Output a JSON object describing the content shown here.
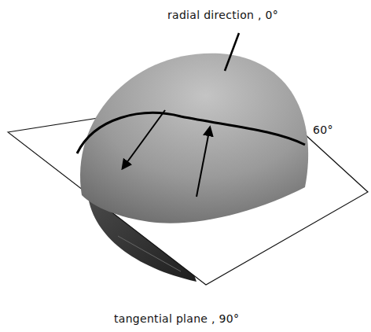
{
  "diagram": {
    "labels": [
      "radial direction , 0°",
      "60°",
      "tangential plane , 90°"
    ]
  }
}
